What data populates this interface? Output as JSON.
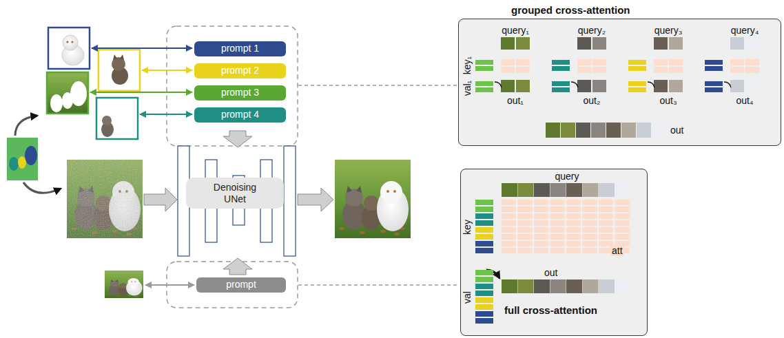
{
  "diagram": {
    "nodes": [
      {
        "text": [
          "prompt 1"
        ]
      },
      {
        "text": [
          "prompt 2"
        ]
      },
      {
        "text": [
          "prompt 3"
        ]
      },
      {
        "text": [
          "prompt 4"
        ]
      },
      {
        "text": [
          "Denoising UNet"
        ]
      },
      {
        "text": [
          "prompt"
        ]
      },
      {
        "text": [
          "grouped cross-attention"
        ]
      },
      {
        "text": [
          "full cross-attention"
        ]
      }
    ],
    "labels": [
      "query₁",
      "query₂",
      "query₃",
      "query₄",
      "key₁",
      "val₁",
      "out₁",
      "out₂",
      "out₃",
      "out₄",
      "out",
      "query",
      "key",
      "att",
      "val",
      "out"
    ]
  }
}
